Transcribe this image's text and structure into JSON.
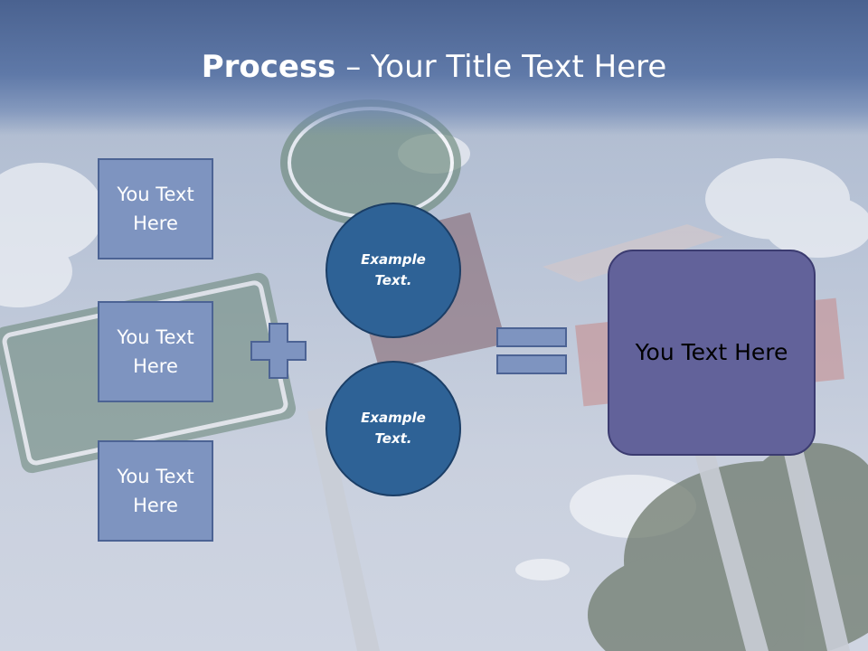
{
  "title": {
    "bold": "Process",
    "rest": " – Your Title Text Here"
  },
  "boxes": [
    "You Text Here",
    "You Text Here",
    "You Text Here"
  ],
  "circles": [
    "Example Text.",
    "Example Text."
  ],
  "result": "You Text Here",
  "colors": {
    "box_fill": "#7e94c0",
    "circle_fill": "#2e6296",
    "result_fill": "#62629a",
    "title_band": "#5f79a8"
  }
}
